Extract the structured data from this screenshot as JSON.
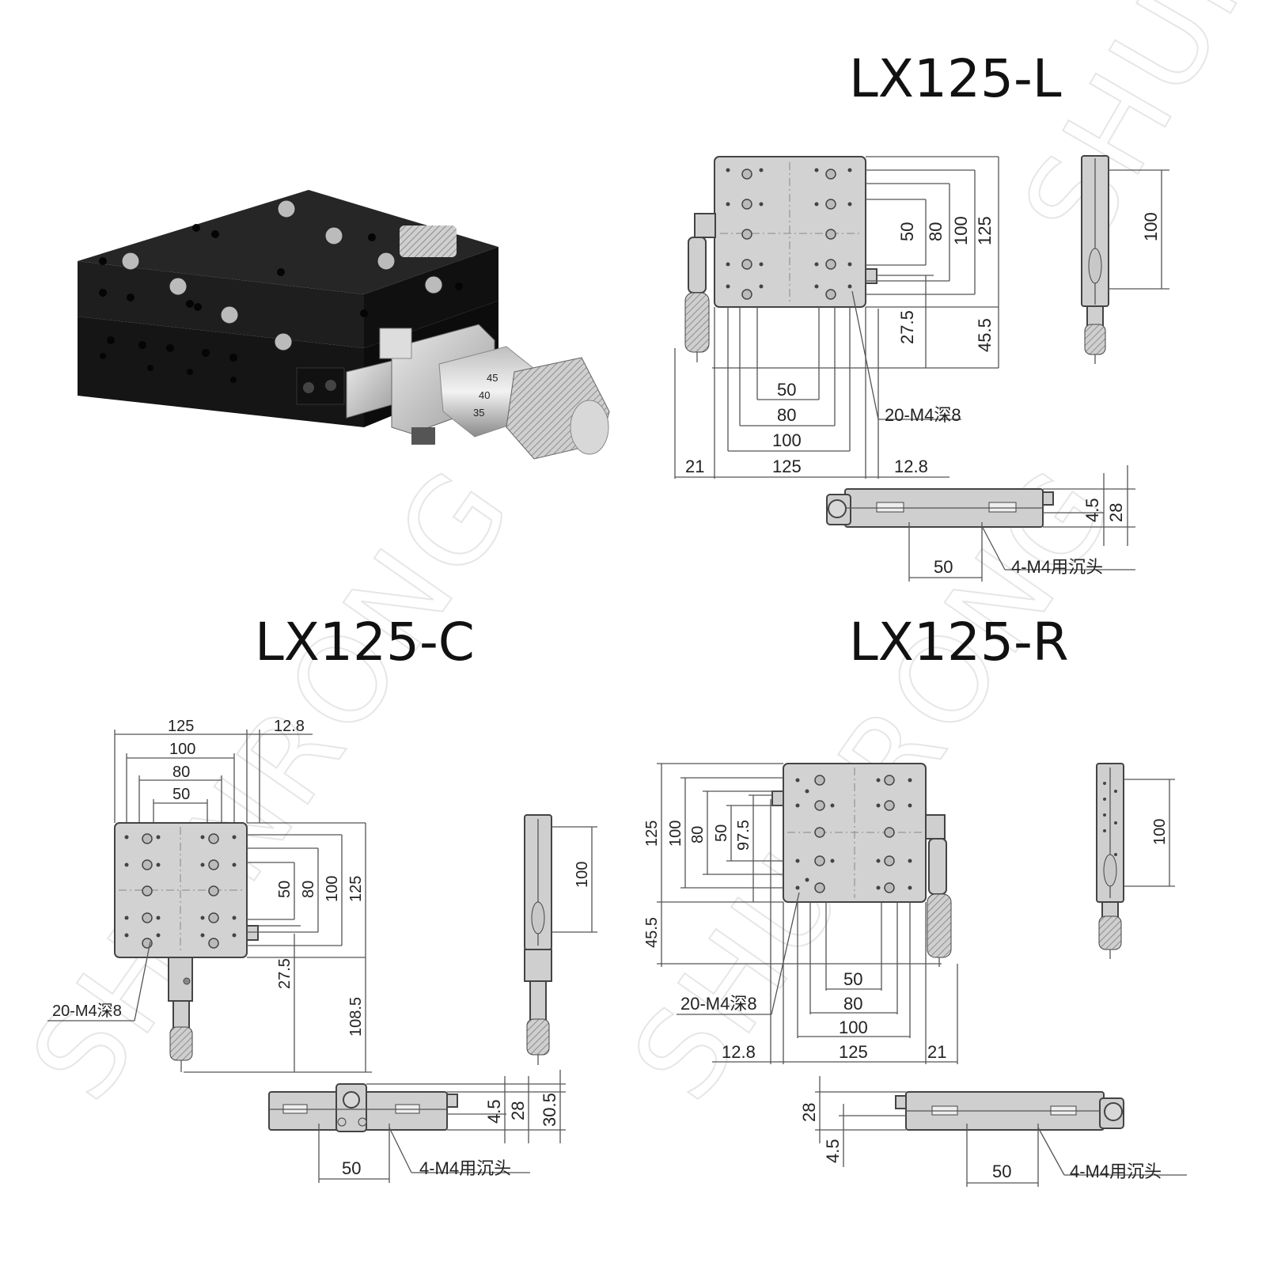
{
  "titles": {
    "l": "LX125-L",
    "c": "LX125-C",
    "r": "LX125-R"
  },
  "watermark": "SHUNRONG",
  "photo": {
    "micrometer_scale": [
      "45",
      "40",
      "35"
    ]
  },
  "lx125_l": {
    "vertical_dims": [
      "50",
      "80",
      "100",
      "125",
      "27.5",
      "45.5"
    ],
    "side_view_dim": "100",
    "horizontal_dims": [
      "50",
      "80",
      "100",
      "125",
      "21",
      "12.8"
    ],
    "hole_callout": "20-M4深8",
    "front_view_dims": [
      "4.5",
      "28",
      "50"
    ],
    "front_callout": "4-M4用沉头"
  },
  "lx125_c": {
    "top_dims": [
      "125",
      "100",
      "80",
      "50",
      "12.8"
    ],
    "vertical_dims": [
      "50",
      "80",
      "100",
      "125",
      "27.5",
      "108.5"
    ],
    "side_view_dim": "100",
    "hole_callout": "20-M4深8",
    "front_view_dims": [
      "4.5",
      "28",
      "30.5",
      "50"
    ],
    "front_callout": "4-M4用沉头"
  },
  "lx125_r": {
    "vertical_dims": [
      "125",
      "100",
      "80",
      "50",
      "97.5",
      "45.5"
    ],
    "side_view_dim": "100",
    "horizontal_dims": [
      "50",
      "80",
      "100",
      "125",
      "12.8",
      "21"
    ],
    "hole_callout": "20-M4深8",
    "front_view_dims": [
      "28",
      "4.5",
      "50"
    ],
    "front_callout": "4-M4用沉头"
  }
}
